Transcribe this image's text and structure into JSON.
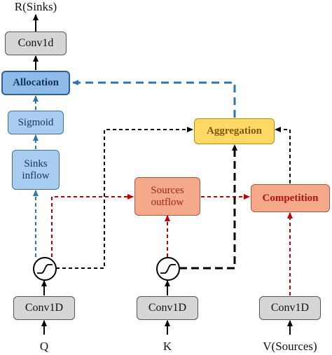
{
  "labels": {
    "output": "R(Sinks)",
    "input_q": "Q",
    "input_k": "K",
    "input_v": "V(Sources)"
  },
  "boxes": {
    "conv1d_top": "Conv1d",
    "allocation": "Allocation",
    "sigmoid": "Sigmoid",
    "sinks_inflow": "Sinks\ninflow",
    "aggregation": "Aggregation",
    "sources_outflow": "Sources\noutflow",
    "competition": "Competition",
    "conv1d_q": "Conv1D",
    "conv1d_k": "Conv1D",
    "conv1d_v": "Conv1D"
  },
  "icons": {
    "activation_q": "sigmoid-activation-icon",
    "activation_k": "sigmoid-activation-icon"
  },
  "colors": {
    "blue_dashed": "#2e75b6",
    "red_dashed": "#c00000",
    "black_dashed": "#000000",
    "solid_arrow": "#000000"
  }
}
